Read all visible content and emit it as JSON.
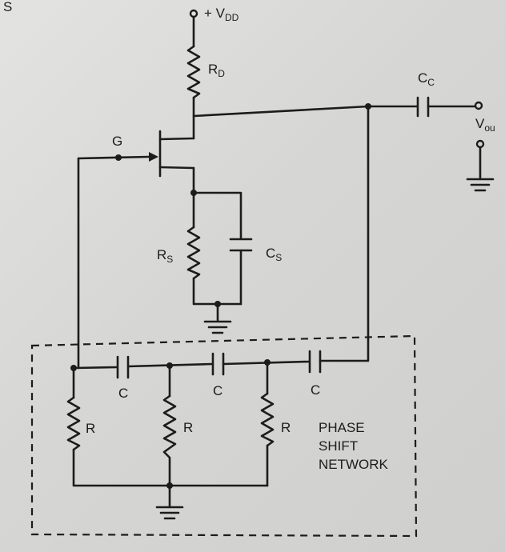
{
  "labels": {
    "corner_fragment": "S",
    "supply": "+ V",
    "supply_sub": "DD",
    "rd": "R",
    "rd_sub": "D",
    "cc": "C",
    "cc_sub": "C",
    "vout": "V",
    "vout_sub": "ou",
    "gate": "G",
    "rs": "R",
    "rs_sub": "S",
    "cs": "C",
    "cs_sub": "S",
    "c1": "C",
    "c2": "C",
    "c3": "C",
    "r1": "R",
    "r2": "R",
    "r3": "R",
    "network_line1": "PHASE",
    "network_line2": "SHIFT",
    "network_line3": "NETWORK"
  }
}
